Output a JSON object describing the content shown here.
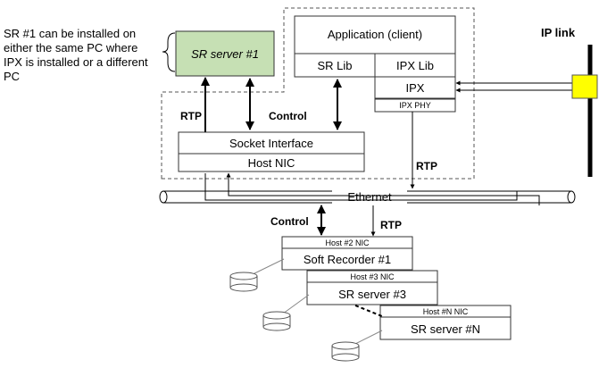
{
  "note": "SR #1 can be installed on either the same PC where IPX is installed or a different PC",
  "nodes": {
    "sr_server_1": "SR server #1",
    "application": "Application (client)",
    "sr_lib": "SR Lib",
    "ipx_lib": "IPX Lib",
    "ipx": "IPX",
    "ipx_phy": "IPX PHY",
    "socket_interface": "Socket Interface",
    "host_nic": "Host NIC",
    "ethernet": "Ethernet",
    "host2_nic": "Host #2 NIC",
    "soft_recorder_1": "Soft Recorder #1",
    "host3_nic": "Host #3 NIC",
    "sr_server_3": "SR server #3",
    "hostn_nic": "Host #N NIC",
    "sr_server_n": "SR server #N"
  },
  "labels": {
    "ip_link": "IP link",
    "rtp_left": "RTP",
    "control_upper": "Control",
    "rtp_right": "RTP",
    "control_lower": "Control",
    "rtp_lower": "RTP"
  },
  "colors": {
    "sr_server_fill": "#c6e0b4",
    "ip_connector": "#ffff00"
  }
}
